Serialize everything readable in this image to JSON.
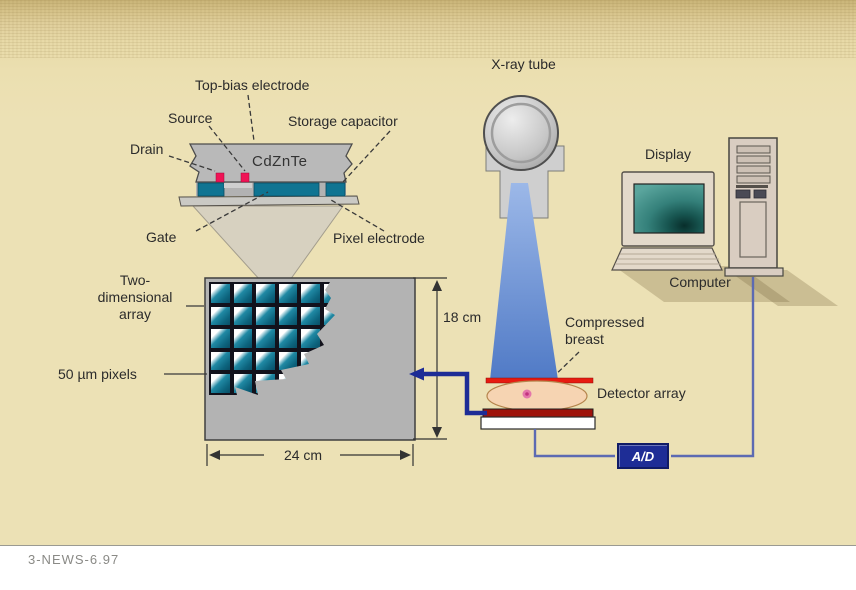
{
  "figure": {
    "footer": "3-NEWS-6.97",
    "cross_section": {
      "top_bias": "Top-bias electrode",
      "source": "Source",
      "storage_capacitor": "Storage capacitor",
      "drain": "Drain",
      "material": "CdZnTe",
      "gate": "Gate",
      "pixel_electrode": "Pixel electrode"
    },
    "array": {
      "label_line1": "Two-",
      "label_line2": "dimensional",
      "label_line3": "array",
      "pixel_size": "50 µm pixels",
      "height_dim": "18 cm",
      "width_dim": "24 cm"
    },
    "imaging": {
      "xray_tube": "X-ray tube",
      "compressed_line1": "Compressed",
      "compressed_line2": "breast",
      "detector_array": "Detector array"
    },
    "workstation": {
      "display": "Display",
      "computer": "Computer",
      "ad_converter": "A/D"
    },
    "colors": {
      "teal_electrode": "#0f7492",
      "navy_signal": "#1d2c96",
      "slate_cable": "#5c6ab2",
      "compression_red": "#e71a10",
      "detector_dark_red": "#9e120b",
      "beam_blue": "#7da2da",
      "breast_flesh": "#f6d4b2",
      "background_beige": "#ece1b5"
    }
  }
}
